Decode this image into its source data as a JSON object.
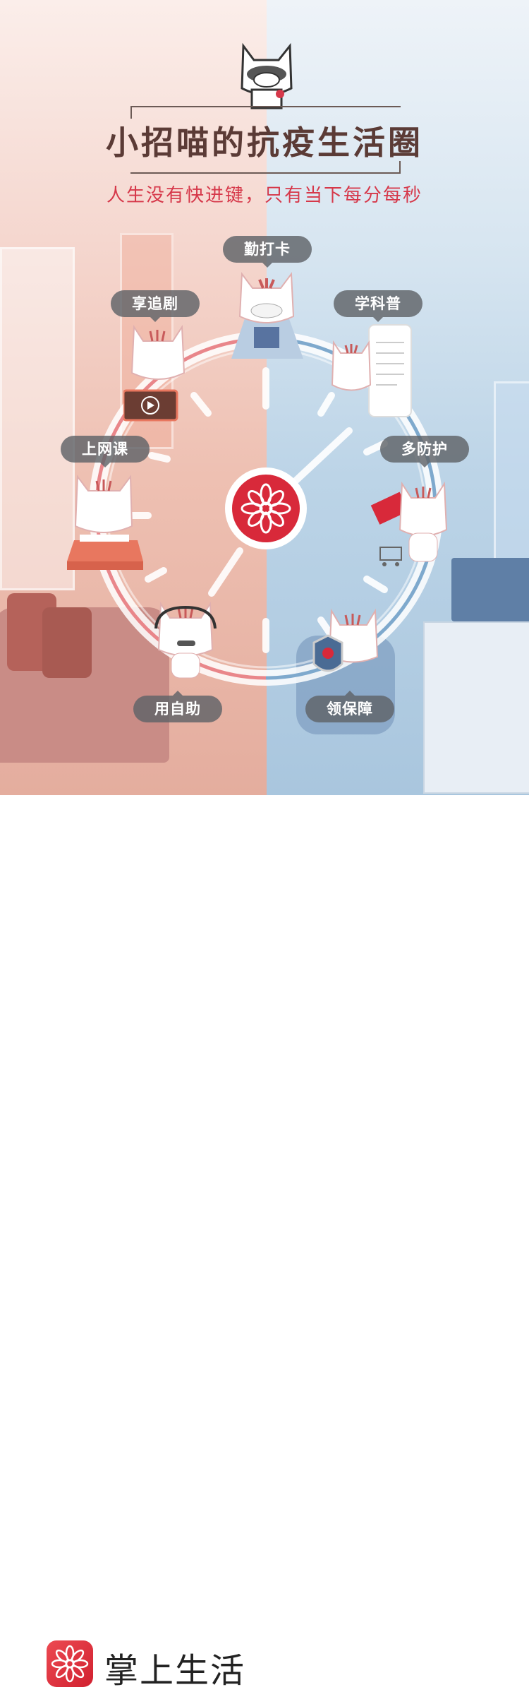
{
  "poster": {
    "title": "小招喵的抗疫生活圈",
    "subtitle": "人生没有快进键，只有当下每分每秒"
  },
  "activities": [
    {
      "label": "勤打卡"
    },
    {
      "label": "学科普"
    },
    {
      "label": "多防护"
    },
    {
      "label": "领保障"
    },
    {
      "label": "用自助"
    },
    {
      "label": "上网课"
    },
    {
      "label": "享追剧"
    }
  ],
  "icons": {
    "center": "flower-logo-icon",
    "play": "play-icon",
    "cart": "shopping-cart-icon",
    "shield": "shield-icon"
  },
  "colors": {
    "accent": "#d6384a",
    "title": "#5b3b36",
    "label_bg": "#5f6368"
  },
  "footer": {
    "app_name": "掌上生活"
  }
}
